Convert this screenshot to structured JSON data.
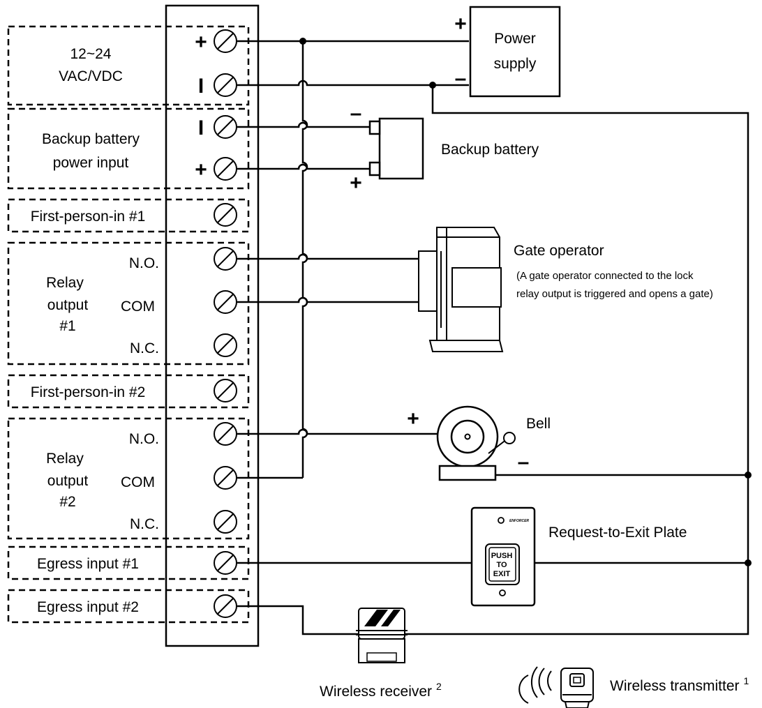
{
  "terminal_groups": {
    "power": {
      "line1": "12~24",
      "line2": "VAC/VDC",
      "plus": "+",
      "minus": "I"
    },
    "battery_input": {
      "line1": "Backup battery",
      "line2": "power input",
      "minus": "I",
      "plus": "+"
    },
    "fpi1": "First-person-in #1",
    "relay1": {
      "line1": "Relay",
      "line2": "output",
      "line3": "#1",
      "no": "N.O.",
      "com": "COM",
      "nc": "N.C."
    },
    "fpi2": "First-person-in #2",
    "relay2": {
      "line1": "Relay",
      "line2": "output",
      "line3": "#2",
      "no": "N.O.",
      "com": "COM",
      "nc": "N.C."
    },
    "egress1": "Egress input #1",
    "egress2": "Egress input #2"
  },
  "devices": {
    "power_supply": {
      "line1": "Power",
      "line2": "supply",
      "plus": "+",
      "minus": "–"
    },
    "backup_battery": {
      "label": "Backup battery",
      "minus": "–",
      "plus": "+"
    },
    "gate_operator": {
      "label": "Gate operator",
      "note1": "(A gate operator connected to the lock",
      "note2": "relay output is triggered and opens a gate)"
    },
    "bell": {
      "label": "Bell",
      "plus": "+",
      "minus": "–"
    },
    "rte_plate": {
      "label": "Request-to-Exit Plate",
      "btn1": "PUSH",
      "btn2": "TO",
      "btn3": "EXIT",
      "brand": "ENFORCER"
    },
    "wireless_receiver": {
      "label": "Wireless receiver",
      "sup": "2"
    },
    "wireless_transmitter": {
      "label": "Wireless transmitter",
      "sup": "1"
    }
  }
}
